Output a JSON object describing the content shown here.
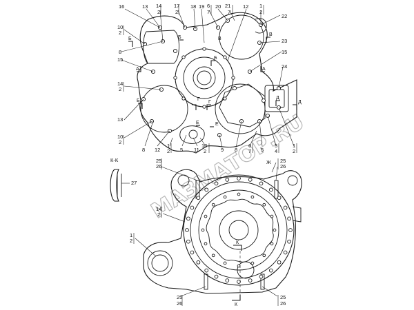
{
  "watermark": "МАЗМАТОР.RU",
  "top_view": {
    "labels": [
      {
        "id": "16",
        "text": "16"
      },
      {
        "id": "13",
        "text": "13"
      },
      {
        "id": "14_2a",
        "text": "14"
      },
      {
        "id": "14_2a_den",
        "text": "2"
      },
      {
        "id": "17_2",
        "text": "17"
      },
      {
        "id": "17_2_den",
        "text": "2"
      },
      {
        "id": "18",
        "text": "18"
      },
      {
        "id": "19",
        "text": "19"
      },
      {
        "id": "6_7a",
        "text": "6"
      },
      {
        "id": "6_7a_den",
        "text": "7"
      },
      {
        "id": "20",
        "text": "20"
      },
      {
        "id": "21_7",
        "text": "21"
      },
      {
        "id": "21_7_den",
        "text": "7"
      },
      {
        "id": "12a",
        "text": "12"
      },
      {
        "id": "1_2a",
        "text": "1"
      },
      {
        "id": "1_2a_den",
        "text": "2"
      },
      {
        "id": "22",
        "text": "22"
      },
      {
        "id": "10_2a",
        "text": "10"
      },
      {
        "id": "10_2a_den",
        "text": "2"
      },
      {
        "id": "8a",
        "text": "8"
      },
      {
        "id": "23",
        "text": "23"
      },
      {
        "id": "15a",
        "text": "15"
      },
      {
        "id": "15b",
        "text": "15"
      },
      {
        "id": "24",
        "text": "24"
      },
      {
        "id": "14_2b",
        "text": "14"
      },
      {
        "id": "14_2b_den",
        "text": "2"
      },
      {
        "id": "13b",
        "text": "13"
      },
      {
        "id": "10_2b",
        "text": "10"
      },
      {
        "id": "10_2b_den",
        "text": "2"
      },
      {
        "id": "8b",
        "text": "8"
      },
      {
        "id": "12b",
        "text": "12"
      },
      {
        "id": "1_2b",
        "text": "1"
      },
      {
        "id": "1_2b_den",
        "text": "2"
      },
      {
        "id": "5a",
        "text": "5"
      },
      {
        "id": "11",
        "text": "11"
      },
      {
        "id": "10_2c",
        "text": "10"
      },
      {
        "id": "10_2c_den",
        "text": "2"
      },
      {
        "id": "9",
        "text": "9"
      },
      {
        "id": "8c",
        "text": "8"
      },
      {
        "id": "6_7b",
        "text": "6"
      },
      {
        "id": "6_7b_den",
        "text": "7"
      },
      {
        "id": "5b",
        "text": "5"
      },
      {
        "id": "3_4",
        "text": "3"
      },
      {
        "id": "3_4_den",
        "text": "4"
      },
      {
        "id": "1_2c",
        "text": "1"
      },
      {
        "id": "1_2c_den",
        "text": "2"
      }
    ],
    "section_letters": {
      "b1": "Б",
      "b2": "Б",
      "b3": "Б",
      "b4": "Б",
      "v1": "В",
      "v2": "В",
      "a1": "А",
      "a2": "А",
      "g1": "Г",
      "g2": "Г",
      "d1": "Д",
      "d2": "Д",
      "e1": "Е",
      "e2": "Е"
    }
  },
  "section_view": {
    "title": "К-К",
    "label_27": "27"
  },
  "bottom_view": {
    "labels": {
      "n25a": "25",
      "n26a": "26",
      "n25b": "25",
      "n26b": "26",
      "n25c": "25",
      "n26c": "26",
      "n25d": "25",
      "n26d": "26",
      "n14": "14",
      "n14d": "2",
      "n1": "1",
      "n1d": "2",
      "zh": "Ж"
    },
    "section_letters": {
      "k1": "К",
      "k2": "К"
    }
  }
}
